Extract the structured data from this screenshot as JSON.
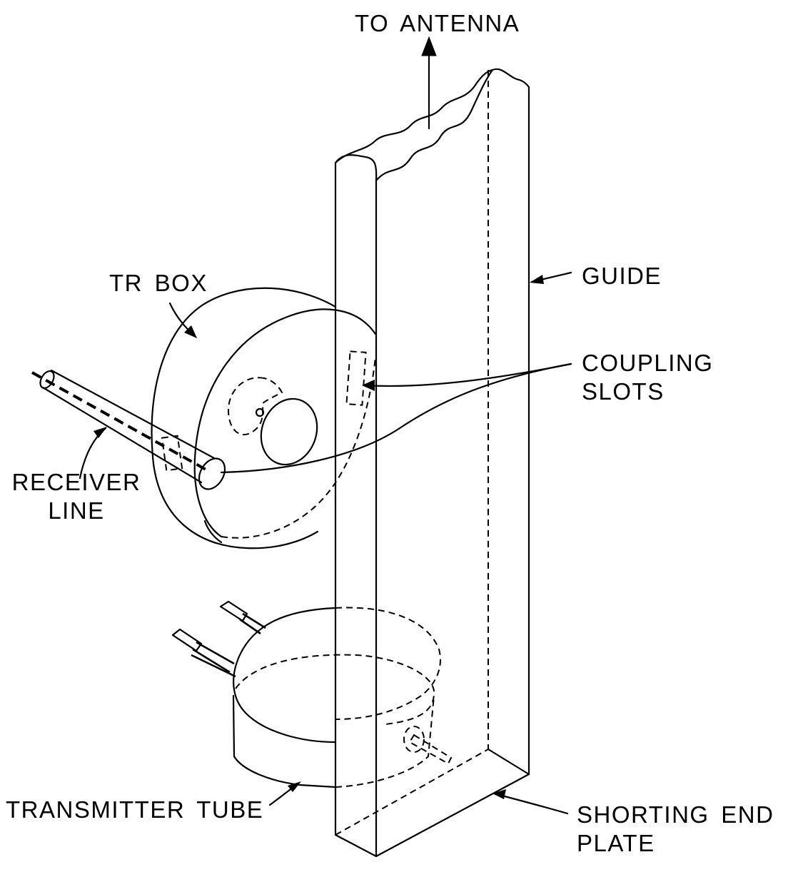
{
  "diagram": {
    "colors": {
      "line": "#000000",
      "background": "#ffffff"
    },
    "labels": {
      "to_antenna": "TO ANTENNA",
      "guide": "GUIDE",
      "tr_box": "TR BOX",
      "coupling_slots": [
        "COUPLING",
        "SLOTS"
      ],
      "receiver_line": [
        "RECEIVER",
        "LINE"
      ],
      "transmitter_tube": "TRANSMITTER TUBE",
      "shorting_end_plate": [
        "SHORTING END",
        "PLATE"
      ]
    }
  }
}
